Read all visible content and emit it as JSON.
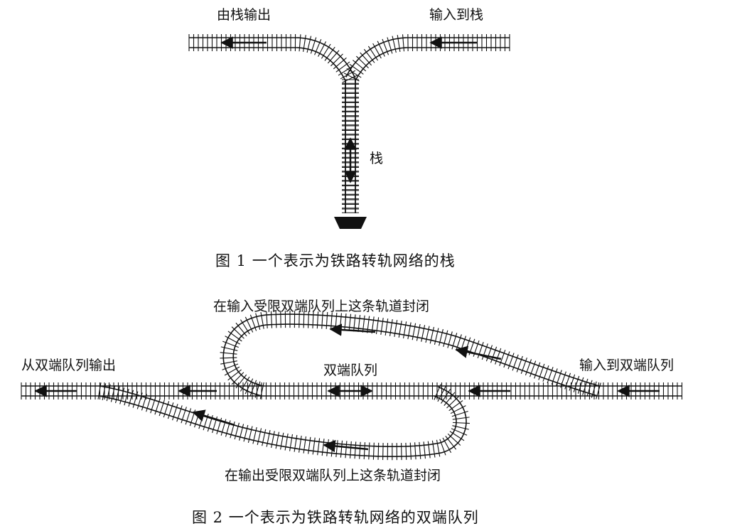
{
  "figure1": {
    "labels": {
      "output": "由栈输出",
      "input": "输入到栈",
      "stack": "栈"
    },
    "caption": "图 1 一个表示为铁路转轨网络的栈"
  },
  "figure2": {
    "labels": {
      "output": "从双端队列输出",
      "deque": "双端队列",
      "input": "输入到双端队列",
      "top_loop": "在输入受限双端队列上这条轨道封闭",
      "bottom_loop": "在输出受限双端队列上这条轨道封闭"
    },
    "caption": "图 2 一个表示为铁路转轨网络的双端队列"
  },
  "colors": {
    "ink": "#111111",
    "background": "#ffffff"
  }
}
